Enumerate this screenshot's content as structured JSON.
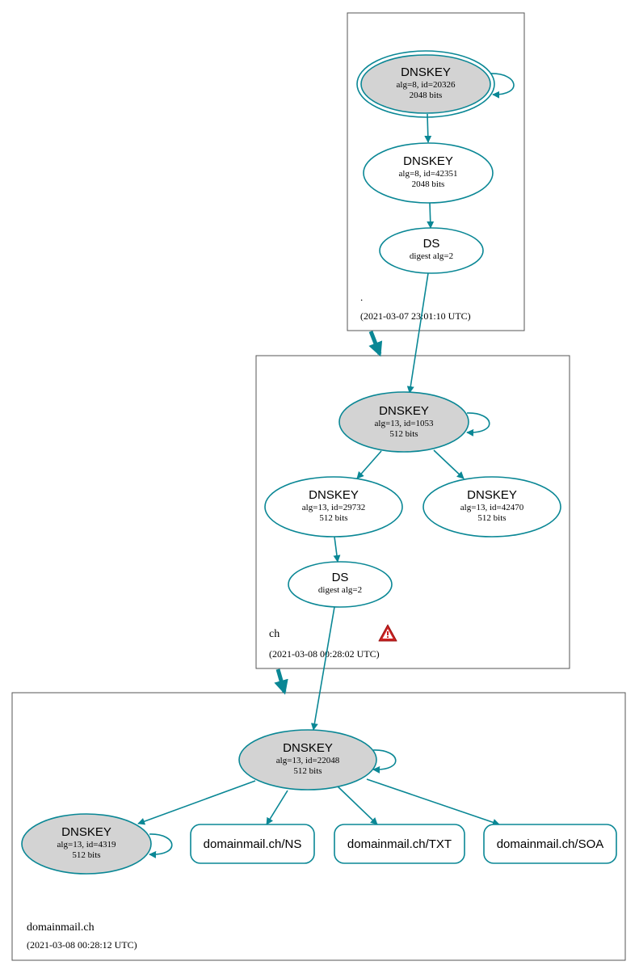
{
  "colors": {
    "edge": "#0a8795",
    "zone_border": "#555555",
    "node_fill_grey": "#d3d3d3",
    "node_fill_white": "#ffffff",
    "text": "#000000",
    "warning_red": "#cc2222"
  },
  "zones": [
    {
      "id": "root",
      "name": ".",
      "timestamp": "(2021-03-07 23:01:10 UTC)"
    },
    {
      "id": "ch",
      "name": "ch",
      "timestamp": "(2021-03-08 00:28:02 UTC)",
      "warning_icon": "warning-icon"
    },
    {
      "id": "domainmail",
      "name": "domainmail.ch",
      "timestamp": "(2021-03-08 00:28:12 UTC)"
    }
  ],
  "nodes": [
    {
      "id": "root-ksk",
      "title": "DNSKEY",
      "line1": "alg=8, id=20326",
      "line2": "2048 bits",
      "fill": "grey",
      "double": true,
      "self_loop": true
    },
    {
      "id": "root-zsk",
      "title": "DNSKEY",
      "line1": "alg=8, id=42351",
      "line2": "2048 bits",
      "fill": "white"
    },
    {
      "id": "root-ds",
      "title": "DS",
      "line1": "digest alg=2",
      "fill": "white"
    },
    {
      "id": "ch-ksk",
      "title": "DNSKEY",
      "line1": "alg=13, id=1053",
      "line2": "512 bits",
      "fill": "grey",
      "self_loop": true
    },
    {
      "id": "ch-zsk1",
      "title": "DNSKEY",
      "line1": "alg=13, id=29732",
      "line2": "512 bits",
      "fill": "white"
    },
    {
      "id": "ch-zsk2",
      "title": "DNSKEY",
      "line1": "alg=13, id=42470",
      "line2": "512 bits",
      "fill": "white"
    },
    {
      "id": "ch-ds",
      "title": "DS",
      "line1": "digest alg=2",
      "fill": "white"
    },
    {
      "id": "dm-ksk",
      "title": "DNSKEY",
      "line1": "alg=13, id=22048",
      "line2": "512 bits",
      "fill": "grey",
      "self_loop": true
    },
    {
      "id": "dm-key2",
      "title": "DNSKEY",
      "line1": "alg=13, id=4319",
      "line2": "512 bits",
      "fill": "grey",
      "self_loop": true
    }
  ],
  "records": [
    {
      "id": "rr-ns",
      "label": "domainmail.ch/NS"
    },
    {
      "id": "rr-txt",
      "label": "domainmail.ch/TXT"
    },
    {
      "id": "rr-soa",
      "label": "domainmail.ch/SOA"
    }
  ],
  "edges": [
    {
      "from": "root-ksk",
      "to": "root-zsk"
    },
    {
      "from": "root-zsk",
      "to": "root-ds"
    },
    {
      "from": "root-ds",
      "to": "ch-ksk"
    },
    {
      "from": "ch-ksk",
      "to": "ch-zsk1"
    },
    {
      "from": "ch-ksk",
      "to": "ch-zsk2"
    },
    {
      "from": "ch-zsk1",
      "to": "ch-ds"
    },
    {
      "from": "ch-ds",
      "to": "dm-ksk"
    },
    {
      "from": "dm-ksk",
      "to": "dm-key2"
    },
    {
      "from": "dm-ksk",
      "to": "rr-ns"
    },
    {
      "from": "dm-ksk",
      "to": "rr-txt"
    },
    {
      "from": "dm-ksk",
      "to": "rr-soa"
    },
    {
      "from": "root",
      "to": "ch",
      "kind": "delegation"
    },
    {
      "from": "ch",
      "to": "domainmail",
      "kind": "delegation"
    }
  ]
}
